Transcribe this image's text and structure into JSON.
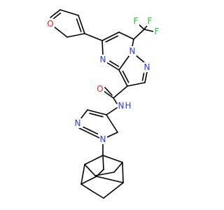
{
  "diagram": {
    "type": "chemical-structure",
    "colors": {
      "bond": "#000000",
      "O": "#e8262b",
      "N": "#2b3cf0",
      "F": "#23c43a",
      "background": "#ffffff"
    },
    "atom_labels": {
      "f_top_left": "F",
      "f_top_right": "F",
      "f_right": "F",
      "o_furan": "O",
      "n_pyrimidine": "N",
      "n_bridge": "N",
      "n_pyrazole_a": "N",
      "o_carbonyl": "O",
      "n_amide": "N",
      "h_amide": "H",
      "n_pyrazole_b_upper": "N",
      "n_pyrazole_b_lower": "N"
    }
  }
}
